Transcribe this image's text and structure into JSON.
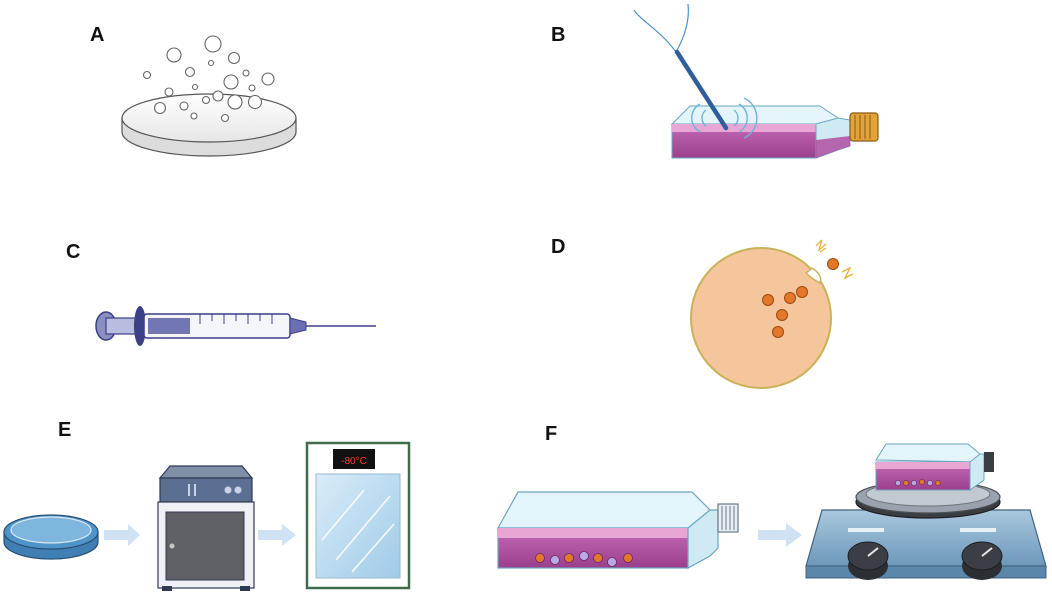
{
  "panels": {
    "a": {
      "label": "A"
    },
    "b": {
      "label": "B"
    },
    "c": {
      "label": "C"
    },
    "d": {
      "label": "D"
    },
    "e": {
      "label": "E",
      "freezer_display": "-80°C"
    },
    "f": {
      "label": "F"
    }
  },
  "colors": {
    "medium_purple": "#b04fa0",
    "medium_pink": "#e7a6d4",
    "flask_glass": "#cfeaf3",
    "flask_cap": "#e2a43a",
    "cell_fill": "#f5c59b",
    "particle_orange": "#e3782b",
    "particle_lilac": "#b9a9e4",
    "arrow": "#cfe2f3",
    "syringe_navy": "#3b3f86",
    "stirrer_body": "#7fa9c9",
    "knob": "#2b2e33",
    "incubator_panel": "#5a6f92",
    "freezer_frame": "#3e6b4a",
    "dish_blue": "#4f94c9"
  },
  "icons": [
    "petri-dish-bubbles-icon",
    "culture-flask-sonication-icon",
    "syringe-icon",
    "cell-release-particles-icon",
    "petri-dish-icon",
    "incubator-icon",
    "freezer-icon",
    "culture-flask-particles-icon",
    "magnetic-stirrer-icon",
    "arrow-right-icon"
  ]
}
